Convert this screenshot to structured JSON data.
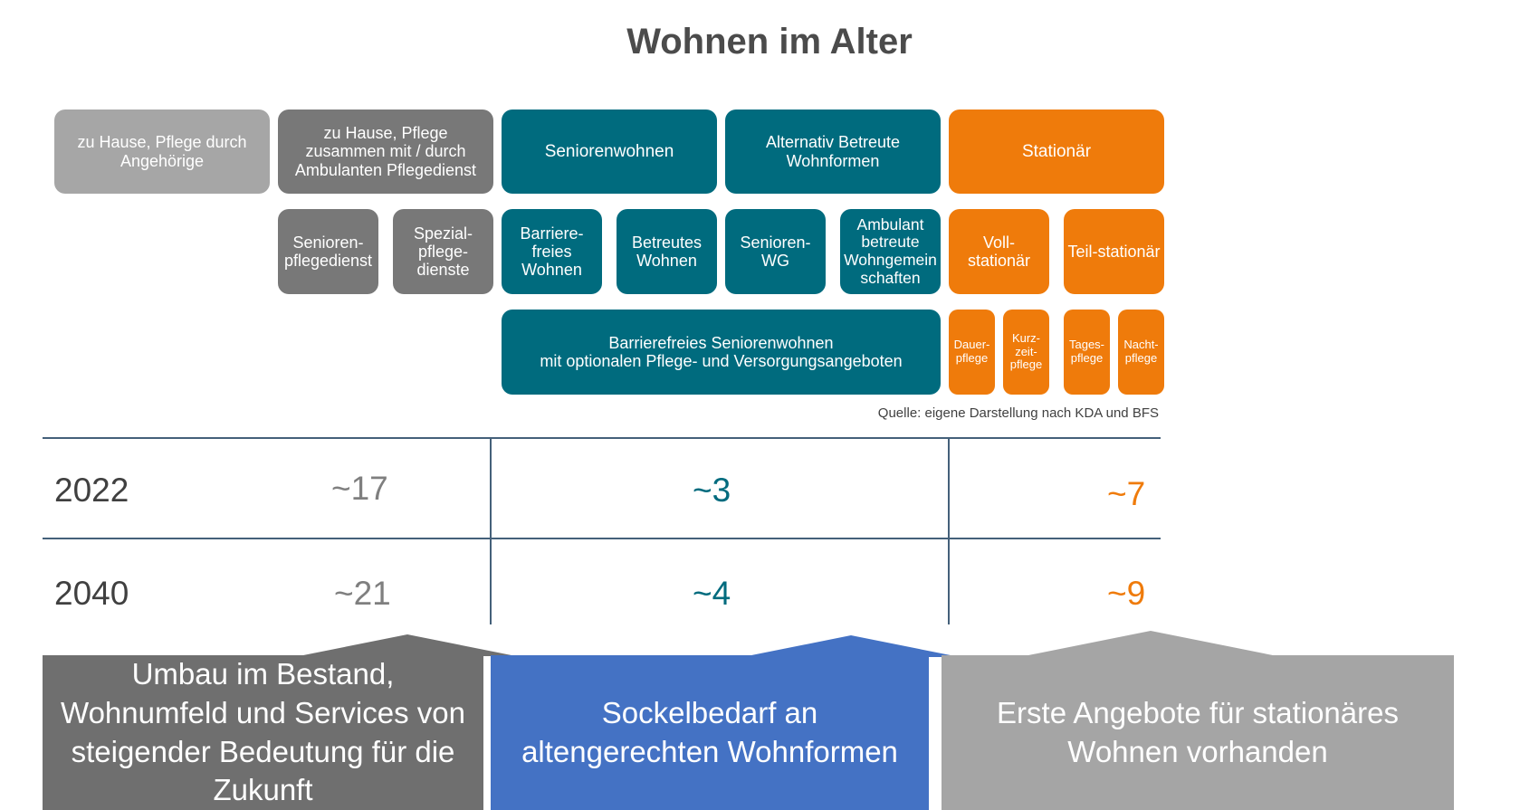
{
  "title": "Wohnen im Alter",
  "categories": {
    "home_family": "zu Hause, Pflege durch Angehörige",
    "home_ambulant": "zu Hause, Pflege zusammen mit / durch Ambulanten Pflegedienst",
    "seniorenwohnen": "Seniorenwohnen",
    "alternativ": "Alternativ Betreute Wohnformen",
    "stationaer": "Stationär"
  },
  "subcategories": {
    "senioren_pflegedienst": "Senioren-\npflegedienst",
    "spezial_pflegedienste": "Spezial-\npflege-\ndienste",
    "barrierefreies_wohnen": "Barriere-\nfreies\nWohnen",
    "betreutes_wohnen": "Betreutes\nWohnen",
    "senioren_wg": "Senioren-WG",
    "ambulant_wohngemeinschaften": "Ambulant\nbetreute\nWohngemein\nschaften",
    "vollstationaer": "Voll-\nstationär",
    "teilstationaer": "Teil-stationär"
  },
  "details": {
    "barrierefreies_seniorenwohnen": "Barrierefreies Seniorenwohnen\nmit optionalen Pflege- und Versorgungsangeboten",
    "dauerpflege": "Dauer-\npflege",
    "kurzzeitpflege": "Kurz-\nzeit-\npflege",
    "tagespflege": "Tages-\npflege",
    "nachtpflege": "Nacht-\npflege"
  },
  "source": "Quelle: eigene Darstellung nach KDA und BFS",
  "table": {
    "rows": [
      {
        "year": "2022",
        "home": "~17",
        "senioren": "~3",
        "stationaer": "~7"
      },
      {
        "year": "2040",
        "home": "~21",
        "senioren": "~4",
        "stationaer": "~9"
      }
    ]
  },
  "panels": {
    "left": "Umbau im Bestand, Wohnumfeld und Services von steigender Bedeutung für die Zukunft",
    "middle": "Sockelbedarf an altengerechten Wohnformen",
    "right": "Erste Angebote für stationäres Wohnen vorhanden"
  },
  "colors": {
    "light_grey": "#a6a6a6",
    "dark_grey": "#787878",
    "teal": "#006b7e",
    "orange": "#ef7b0b",
    "blue_panel": "#4472c4",
    "panel_dark_grey": "#6f6f6f",
    "panel_light_grey": "#a5a5a5"
  }
}
